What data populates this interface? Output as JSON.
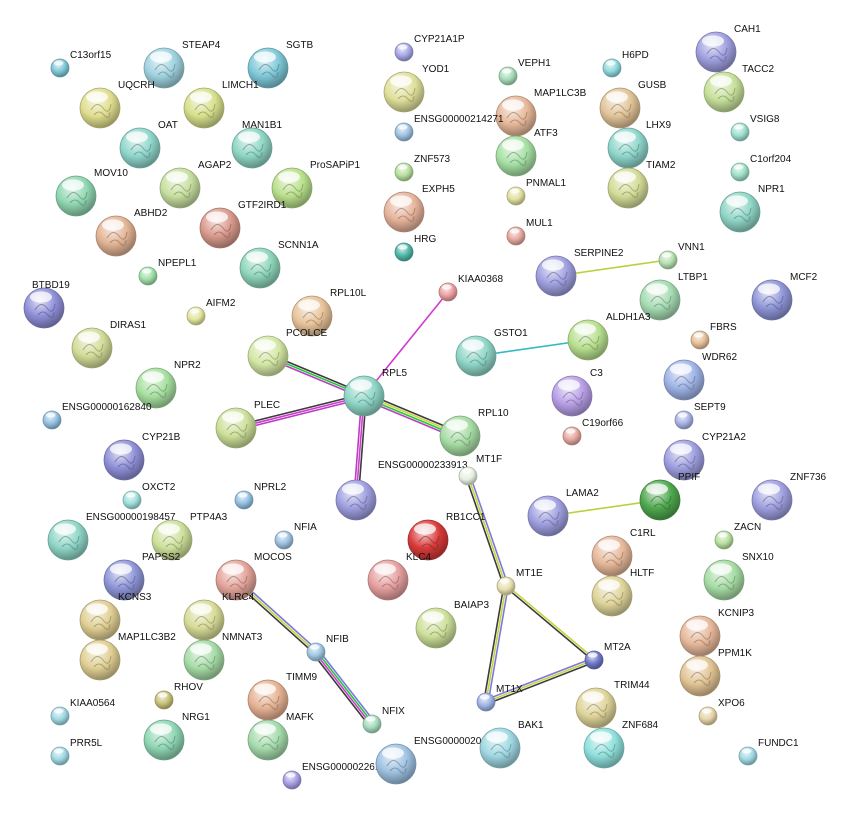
{
  "network": {
    "nodes": [
      {
        "id": "C13orf15",
        "label": "C13orf15",
        "color": "#7ec8d8",
        "size": "small"
      },
      {
        "id": "STEAP4",
        "label": "STEAP4",
        "color": "#9fd2df",
        "size": "large"
      },
      {
        "id": "SGTB",
        "label": "SGTB",
        "color": "#7ec8d8",
        "size": "large"
      },
      {
        "id": "UQCRH",
        "label": "UQCRH",
        "color": "#e0de8f",
        "size": "large"
      },
      {
        "id": "LIMCH1",
        "label": "LIMCH1",
        "color": "#d7e08c",
        "size": "large"
      },
      {
        "id": "OAT",
        "label": "OAT",
        "color": "#8fd6cc",
        "size": "large"
      },
      {
        "id": "MAN1B1",
        "label": "MAN1B1",
        "color": "#8fd6c4",
        "size": "large"
      },
      {
        "id": "AGAP2",
        "label": "AGAP2",
        "color": "#c7dfa0",
        "size": "large"
      },
      {
        "id": "MOV10",
        "label": "MOV10",
        "color": "#8fd6b0",
        "size": "large"
      },
      {
        "id": "ProSAPiP1",
        "label": "ProSAPiP1",
        "color": "#b9e08c",
        "size": "large"
      },
      {
        "id": "GTF2IRD1",
        "label": "GTF2IRD1",
        "color": "#d99a8c",
        "size": "large"
      },
      {
        "id": "ABHD2",
        "label": "ABHD2",
        "color": "#e2b394",
        "size": "large"
      },
      {
        "id": "SCNN1A",
        "label": "SCNN1A",
        "color": "#8fd6bb",
        "size": "large"
      },
      {
        "id": "NPEPL1",
        "label": "NPEPL1",
        "color": "#9fdfa8",
        "size": "small"
      },
      {
        "id": "BTBD19",
        "label": "BTBD19",
        "color": "#8f8fd8",
        "size": "large"
      },
      {
        "id": "AIFM2",
        "label": "AIFM2",
        "color": "#e3e59f",
        "size": "small"
      },
      {
        "id": "RPL10L",
        "label": "RPL10L",
        "color": "#e8c39a",
        "size": "large"
      },
      {
        "id": "DIRAS1",
        "label": "DIRAS1",
        "color": "#d4dc98",
        "size": "large"
      },
      {
        "id": "PCOLCE",
        "label": "PCOLCE",
        "color": "#d4e7a5",
        "size": "large"
      },
      {
        "id": "NPR2",
        "label": "NPR2",
        "color": "#a7e0a0",
        "size": "large"
      },
      {
        "id": "ENSG00000162840",
        "label": "ENSG00000162840",
        "color": "#93c1e2",
        "size": "small"
      },
      {
        "id": "PLEC",
        "label": "PLEC",
        "color": "#cde09a",
        "size": "large"
      },
      {
        "id": "RPL5",
        "label": "RPL5",
        "color": "#8fd6c6",
        "size": "large"
      },
      {
        "id": "KIAA0368",
        "label": "KIAA0368",
        "color": "#ec9fa2",
        "size": "small"
      },
      {
        "id": "CYP21B",
        "label": "CYP21B",
        "color": "#8f8fd8",
        "size": "large"
      },
      {
        "id": "OXCT2",
        "label": "OXCT2",
        "color": "#9fe0dc",
        "size": "small"
      },
      {
        "id": "NPRL2",
        "label": "NPRL2",
        "color": "#93c1e2",
        "size": "small"
      },
      {
        "id": "ENSG00000198457",
        "label": "ENSG00000198457",
        "color": "#8fd6c7",
        "size": "large"
      },
      {
        "id": "PTP4A3",
        "label": "PTP4A3",
        "color": "#cde09a",
        "size": "large"
      },
      {
        "id": "NFIA",
        "label": "NFIA",
        "color": "#9fc2e2",
        "size": "small"
      },
      {
        "id": "PAPSS2",
        "label": "PAPSS2",
        "color": "#8f96d8",
        "size": "large"
      },
      {
        "id": "MOCOS",
        "label": "MOCOS",
        "color": "#e3a49a",
        "size": "large"
      },
      {
        "id": "KCNS3",
        "label": "KCNS3",
        "color": "#e0cf94",
        "size": "large"
      },
      {
        "id": "KLRC4",
        "label": "KLRC4",
        "color": "#d7dc98",
        "size": "large"
      },
      {
        "id": "MAP1LC3B2",
        "label": "MAP1LC3B2",
        "color": "#e0cf94",
        "size": "large"
      },
      {
        "id": "NMNAT3",
        "label": "NMNAT3",
        "color": "#a6dca6",
        "size": "large"
      },
      {
        "id": "NFIB",
        "label": "NFIB",
        "color": "#9fc8e2",
        "size": "small"
      },
      {
        "id": "RHOV",
        "label": "RHOV",
        "color": "#c9c27a",
        "size": "small"
      },
      {
        "id": "TIMM9",
        "label": "TIMM9",
        "color": "#e6b394",
        "size": "large"
      },
      {
        "id": "KIAA0564",
        "label": "KIAA0564",
        "color": "#9fd8e2",
        "size": "small"
      },
      {
        "id": "NRG1",
        "label": "NRG1",
        "color": "#8fd6b3",
        "size": "large"
      },
      {
        "id": "MAFK",
        "label": "MAFK",
        "color": "#a6dcae",
        "size": "large"
      },
      {
        "id": "NFIX",
        "label": "NFIX",
        "color": "#a6dcbf",
        "size": "small"
      },
      {
        "id": "PRR5L",
        "label": "PRR5L",
        "color": "#9fd8e2",
        "size": "small"
      },
      {
        "id": "ENSG00000226123",
        "label": "ENSG00000226123",
        "color": "#a8a0e6",
        "size": "small"
      },
      {
        "id": "ENSG00000206338",
        "label": "ENSG00000206338",
        "color": "#9fc2e2",
        "size": "large"
      },
      {
        "id": "CYP21A1P",
        "label": "CYP21A1P",
        "color": "#a8a8e6",
        "size": "small"
      },
      {
        "id": "YOD1",
        "label": "YOD1",
        "color": "#dfe09a",
        "size": "large"
      },
      {
        "id": "VEPH1",
        "label": "VEPH1",
        "color": "#a6dcb8",
        "size": "small"
      },
      {
        "id": "MAP1LC3B",
        "label": "MAP1LC3B",
        "color": "#e6b89a",
        "size": "large"
      },
      {
        "id": "ENSG00000214271",
        "label": "ENSG00000214271",
        "color": "#9fc2e2",
        "size": "small"
      },
      {
        "id": "ATF3",
        "label": "ATF3",
        "color": "#a6e0a4",
        "size": "large"
      },
      {
        "id": "ZNF573",
        "label": "ZNF573",
        "color": "#b8e09f",
        "size": "small"
      },
      {
        "id": "PNMAL1",
        "label": "PNMAL1",
        "color": "#e0e09f",
        "size": "small"
      },
      {
        "id": "EXPH5",
        "label": "EXPH5",
        "color": "#e6b39a",
        "size": "large"
      },
      {
        "id": "MUL1",
        "label": "MUL1",
        "color": "#e6a8a0",
        "size": "small"
      },
      {
        "id": "HRG",
        "label": "HRG",
        "color": "#4fb8a8",
        "size": "small"
      },
      {
        "id": "H6PD",
        "label": "H6PD",
        "color": "#8fd8dc",
        "size": "small"
      },
      {
        "id": "GUSB",
        "label": "GUSB",
        "color": "#e2c499",
        "size": "large"
      },
      {
        "id": "LHX9",
        "label": "LHX9",
        "color": "#8fd6cc",
        "size": "large"
      },
      {
        "id": "TIAM2",
        "label": "TIAM2",
        "color": "#d4dc98",
        "size": "large"
      },
      {
        "id": "CAH1",
        "label": "CAH1",
        "color": "#9f9fe0",
        "size": "large"
      },
      {
        "id": "TACC2",
        "label": "TACC2",
        "color": "#c6e09a",
        "size": "large"
      },
      {
        "id": "VSIG8",
        "label": "VSIG8",
        "color": "#9fe0d0",
        "size": "small"
      },
      {
        "id": "C1orf204",
        "label": "C1orf204",
        "color": "#9fe0c8",
        "size": "small"
      },
      {
        "id": "NPR1",
        "label": "NPR1",
        "color": "#8fd6c6",
        "size": "large"
      },
      {
        "id": "SERPINE2",
        "label": "SERPINE2",
        "color": "#9f9fe0",
        "size": "large"
      },
      {
        "id": "VNN1",
        "label": "VNN1",
        "color": "#b5e0b0",
        "size": "small"
      },
      {
        "id": "LTBP1",
        "label": "LTBP1",
        "color": "#a6dcb3",
        "size": "large"
      },
      {
        "id": "MCF2",
        "label": "MCF2",
        "color": "#8f96d8",
        "size": "large"
      },
      {
        "id": "FBRS",
        "label": "FBRS",
        "color": "#e6c09a",
        "size": "small"
      },
      {
        "id": "ALDH1A3",
        "label": "ALDH1A3",
        "color": "#b8e08f",
        "size": "large"
      },
      {
        "id": "GSTO1",
        "label": "GSTO1",
        "color": "#8fd6c6",
        "size": "large"
      },
      {
        "id": "WDR62",
        "label": "WDR62",
        "color": "#9fb4e6",
        "size": "large"
      },
      {
        "id": "C3",
        "label": "C3",
        "color": "#b89fe6",
        "size": "large"
      },
      {
        "id": "SEPT9",
        "label": "SEPT9",
        "color": "#a8b4e6",
        "size": "small"
      },
      {
        "id": "C19orf66",
        "label": "C19orf66",
        "color": "#e6a8a0",
        "size": "small"
      },
      {
        "id": "RPL10",
        "label": "RPL10",
        "color": "#a6dca4",
        "size": "large"
      },
      {
        "id": "CYP21A2",
        "label": "CYP21A2",
        "color": "#9f9fe0",
        "size": "large"
      },
      {
        "id": "ENSG00000233913",
        "label": "ENSG00000233913",
        "color": "#9f9fe0",
        "size": "large"
      },
      {
        "id": "MT1F",
        "label": "MT1F",
        "color": "#e6f0e0",
        "size": "small"
      },
      {
        "id": "PPIF",
        "label": "PPIF",
        "color": "#4fa84f",
        "size": "large"
      },
      {
        "id": "ZNF736",
        "label": "ZNF736",
        "color": "#9f9fe0",
        "size": "large"
      },
      {
        "id": "LAMA2",
        "label": "LAMA2",
        "color": "#9f9fe0",
        "size": "large"
      },
      {
        "id": "RB1CC1",
        "label": "RB1CC1",
        "color": "#d83a3a",
        "size": "large"
      },
      {
        "id": "KLC4",
        "label": "KLC4",
        "color": "#e6a0a0",
        "size": "large"
      },
      {
        "id": "ZACN",
        "label": "ZACN",
        "color": "#b8e09f",
        "size": "small"
      },
      {
        "id": "C1RL",
        "label": "C1RL",
        "color": "#e6b89a",
        "size": "large"
      },
      {
        "id": "SNX10",
        "label": "SNX10",
        "color": "#a6dca4",
        "size": "large"
      },
      {
        "id": "HLTF",
        "label": "HLTF",
        "color": "#dfd49a",
        "size": "large"
      },
      {
        "id": "MT1E",
        "label": "MT1E",
        "color": "#e8e0b0",
        "size": "small"
      },
      {
        "id": "BAIAP3",
        "label": "BAIAP3",
        "color": "#cde09a",
        "size": "large"
      },
      {
        "id": "KCNIP3",
        "label": "KCNIP3",
        "color": "#e6b89a",
        "size": "large"
      },
      {
        "id": "MT2A",
        "label": "MT2A",
        "color": "#6f78c8",
        "size": "small"
      },
      {
        "id": "PPM1K",
        "label": "PPM1K",
        "color": "#e2c494",
        "size": "large"
      },
      {
        "id": "MT1X",
        "label": "MT1X",
        "color": "#9fb4e6",
        "size": "small"
      },
      {
        "id": "TRIM44",
        "label": "TRIM44",
        "color": "#dfd49a",
        "size": "large"
      },
      {
        "id": "XPO6",
        "label": "XPO6",
        "color": "#e6d4a8",
        "size": "small"
      },
      {
        "id": "ZNF684",
        "label": "ZNF684",
        "color": "#8fe0dc",
        "size": "large"
      },
      {
        "id": "BAK1",
        "label": "BAK1",
        "color": "#9fd8e2",
        "size": "large"
      },
      {
        "id": "FUNDC1",
        "label": "FUNDC1",
        "color": "#9fd8e2",
        "size": "small"
      }
    ],
    "edges": [
      {
        "source": "PCOLCE",
        "target": "RPL5",
        "colors": [
          "#3c3c3c",
          "#27c73a",
          "#b93ec4"
        ]
      },
      {
        "source": "RPL5",
        "target": "KIAA0368",
        "colors": [
          "#d23bd2"
        ]
      },
      {
        "source": "PLEC",
        "target": "RPL5",
        "colors": [
          "#3c3c3c",
          "#d23bd2",
          "#b93ec4"
        ]
      },
      {
        "source": "RPL5",
        "target": "RPL10",
        "colors": [
          "#3c3c3c",
          "#c7d43a",
          "#27c73a",
          "#b93ec4"
        ]
      },
      {
        "source": "RPL5",
        "target": "ENSG00000233913",
        "colors": [
          "#3c3c3c",
          "#d23bd2",
          "#b93ec4"
        ]
      },
      {
        "source": "GSTO1",
        "target": "ALDH1A3",
        "colors": [
          "#33b8c4"
        ]
      },
      {
        "source": "SERPINE2",
        "target": "VNN1",
        "colors": [
          "#b3d43a"
        ]
      },
      {
        "source": "LAMA2",
        "target": "PPIF",
        "colors": [
          "#b3d43a"
        ]
      },
      {
        "source": "MOCOS",
        "target": "NFIB",
        "colors": [
          "#7a7adc",
          "#c7d43a",
          "#3c3c3c"
        ]
      },
      {
        "source": "NFIB",
        "target": "NFIX",
        "colors": [
          "#7a7adc",
          "#27c73a",
          "#d23bd2",
          "#3c3c3c"
        ]
      },
      {
        "source": "MT1F",
        "target": "MT1E",
        "colors": [
          "#7a7adc",
          "#c7d43a",
          "#3c3c3c"
        ]
      },
      {
        "source": "MT1E",
        "target": "MT2A",
        "colors": [
          "#c7d43a",
          "#3c3c3c"
        ]
      },
      {
        "source": "MT1E",
        "target": "MT1X",
        "colors": [
          "#7a7adc",
          "#c7d43a",
          "#3c3c3c"
        ]
      },
      {
        "source": "MT1X",
        "target": "MT2A",
        "colors": [
          "#7a7adc",
          "#c7d43a",
          "#3c3c3c"
        ]
      }
    ]
  }
}
